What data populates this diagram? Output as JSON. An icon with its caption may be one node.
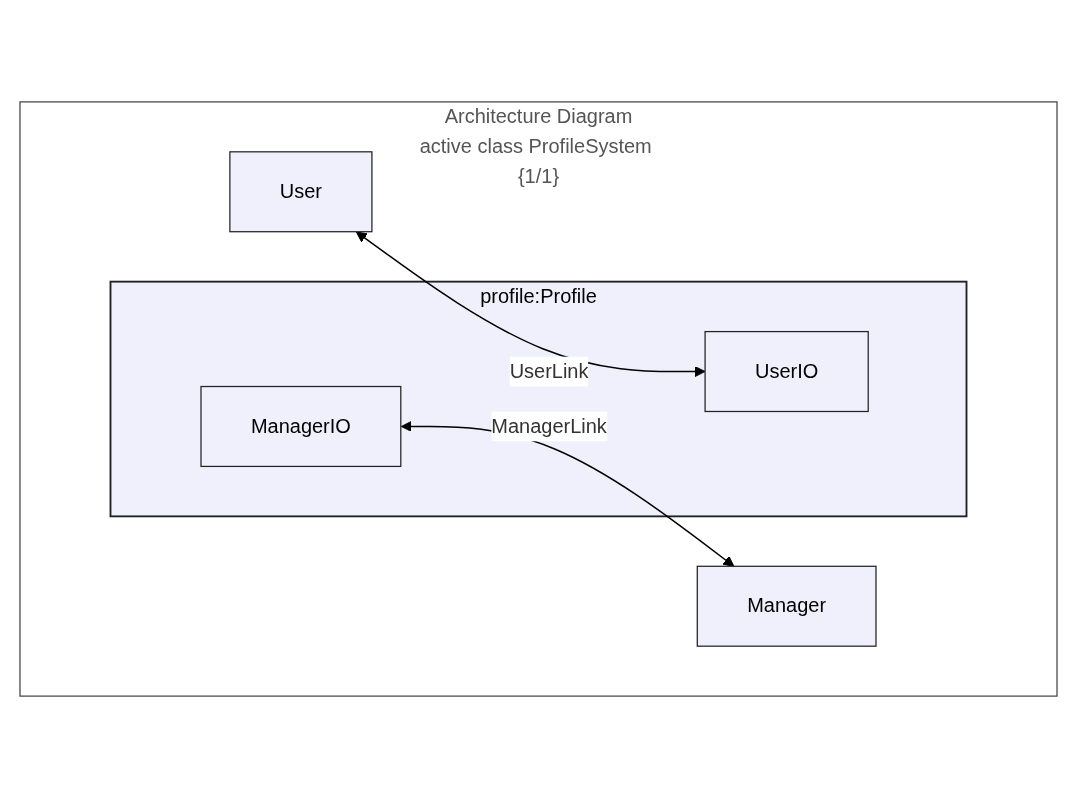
{
  "diagram": {
    "nodes": [
      {
        "text": [
          "Architecture Diagram",
          "active class ProfileSystem {1/1}"
        ]
      },
      {
        "text": [
          "User"
        ],
        "in": 0
      },
      {
        "text": [
          "profile:Profile"
        ],
        "in": 0
      },
      {
        "text": [
          "UserIO"
        ],
        "in": 2
      },
      {
        "text": [
          "ManagerIO"
        ],
        "in": 2
      },
      {
        "text": [
          "Manager"
        ],
        "in": 0
      }
    ],
    "edges": [
      {
        "from": 1,
        "to": 3,
        "arrow": "both",
        "label": "UserLink"
      },
      {
        "from": 4,
        "to": 5,
        "arrow": "both",
        "label": "ManagerLink"
      }
    ]
  }
}
